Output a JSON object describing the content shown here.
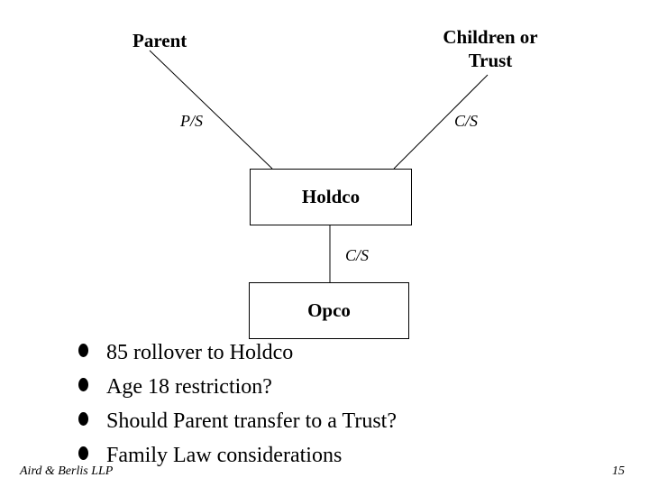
{
  "diagram": {
    "parent_label": "Parent",
    "children_label": "Children or\nTrust",
    "holdco_label": "Holdco",
    "opco_label": "Opco",
    "parent_share_label": "P/S",
    "children_share_label": "C/S",
    "holdco_opco_share_label": "C/S"
  },
  "bullets": [
    "85 rollover to Holdco",
    "Age 18 restriction?",
    "Should Parent transfer to a Trust?",
    "Family Law considerations"
  ],
  "footer": {
    "firm": "Aird & Berlis LLP",
    "page_number": "15"
  }
}
